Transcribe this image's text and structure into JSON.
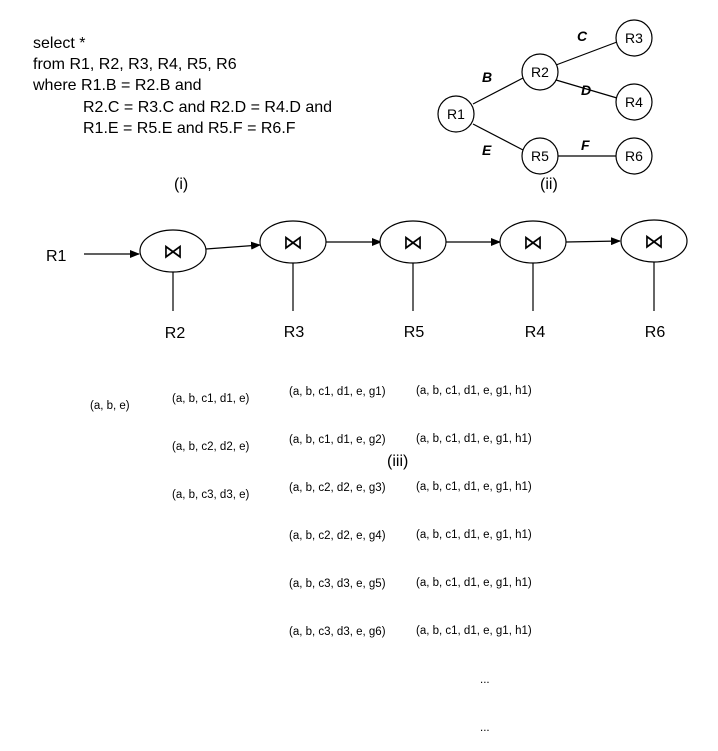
{
  "query": {
    "lines": [
      "select *",
      "from R1, R2, R3, R4, R5, R6",
      "where R1.B = R2.B and",
      "R2.C = R3.C and R2.D = R4.D and",
      "R1.E = R5.E and R5.F = R6.F"
    ]
  },
  "captions": {
    "i": "(i)",
    "ii": "(ii)",
    "iii": "(iii)"
  },
  "join_graph": {
    "nodes": [
      "R1",
      "R2",
      "R3",
      "R4",
      "R5",
      "R6"
    ],
    "edges": [
      {
        "from": "R1",
        "to": "R2",
        "label": "B"
      },
      {
        "from": "R2",
        "to": "R3",
        "label": "C"
      },
      {
        "from": "R2",
        "to": "R4",
        "label": "D"
      },
      {
        "from": "R1",
        "to": "R5",
        "label": "E"
      },
      {
        "from": "R5",
        "to": "R6",
        "label": "F"
      }
    ]
  },
  "pipeline": {
    "input": "R1",
    "join_symbol": "⋈",
    "stages": [
      "R2",
      "R3",
      "R5",
      "R4",
      "R6"
    ]
  },
  "tuples": {
    "after_r1": [
      "(a, b, e)"
    ],
    "after_r2": [
      "(a, b, c1, d1, e)",
      "(a, b, c2, d2, e)",
      "(a, b, c3, d3, e)"
    ],
    "after_r3": [
      "(a, b, c1, d1, e, g1)",
      "(a, b, c1, d1, e, g2)",
      "(a, b, c2, d2, e, g3)",
      "(a, b, c2, d2, e, g4)",
      "(a, b, c3, d3, e, g5)",
      "(a, b, c3, d3, e, g6)"
    ],
    "after_r5": [
      "(a, b, c1, d1, e, g1, h1)",
      "(a, b, c1, d1, e, g1, h1)",
      "(a, b, c1, d1, e, g1, h1)",
      "(a, b, c1, d1, e, g1, h1)",
      "(a, b, c1, d1, e, g1, h1)",
      "(a, b, c1, d1, e, g1, h1)",
      "...",
      "..."
    ]
  }
}
